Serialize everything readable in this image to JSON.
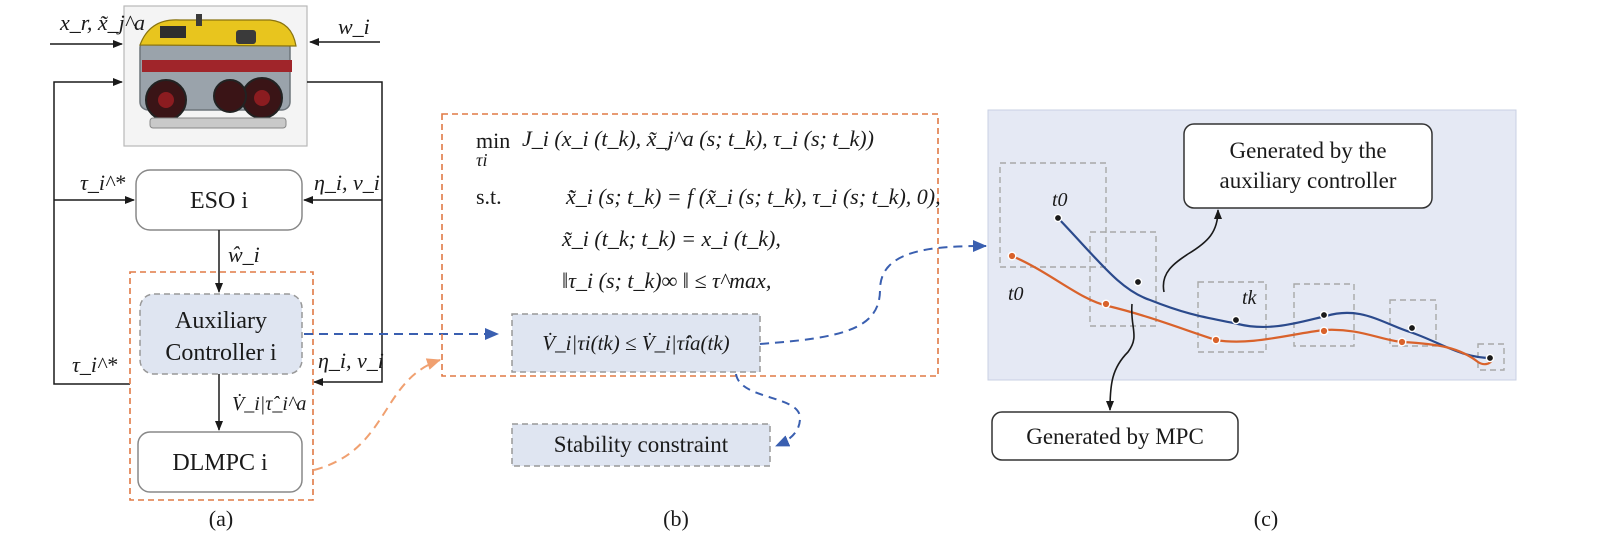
{
  "panel_a": {
    "caption": "(a)",
    "input_left": "x_r, x̃_j^a",
    "input_right": "w_i",
    "tau_star_top": "τ_i^*",
    "eta_nu_top": "η_i, ν_i",
    "eso_label": "ESO i",
    "w_hat": "ŵ_i",
    "aux_line1": "Auxiliary",
    "aux_line2": "Controller i",
    "tau_star_bottom": "τ_i^*",
    "eta_nu_bottom": "η_i, ν_i",
    "vdot_label": "V̇_i|τ̂_i^a",
    "dlmpc_label": "DLMPC i"
  },
  "panel_b": {
    "caption": "(b)",
    "min_label": "min",
    "min_sub": "τi",
    "objective": "J_i (x_i (t_k), x̃_j^a (s; t_k), τ_i (s; t_k))",
    "st_label": "s.t.",
    "constraint1": "x̃̇_i (s; t_k) = f (x̃_i (s; t_k), τ_i (s; t_k), 0),",
    "constraint2": "x̃_i (t_k; t_k) = x_i (t_k),",
    "constraint3": "‖τ_i (s; t_k)∞ ‖ ≤ τ^max,",
    "lyap_constraint": "V̇_i|τi(tk) ≤ V̇_i|τ̂ia(tk)",
    "stability_label": "Stability constraint"
  },
  "panel_c": {
    "caption": "(c)",
    "callout_aux_line1": "Generated by the",
    "callout_aux_line2": "auxiliary controller",
    "callout_mpc": "Generated by MPC",
    "t0_upper": "t0",
    "t0_lower": "t0",
    "tk_label": "tk"
  },
  "colors": {
    "orange_dash": "#e07a45",
    "blue_dash": "#3a5fb0",
    "blue_curve": "#2b4a8c",
    "orange_curve": "#d9622b",
    "panel_bg": "#e5e9f4",
    "box_fill": "#dfe5f1"
  }
}
